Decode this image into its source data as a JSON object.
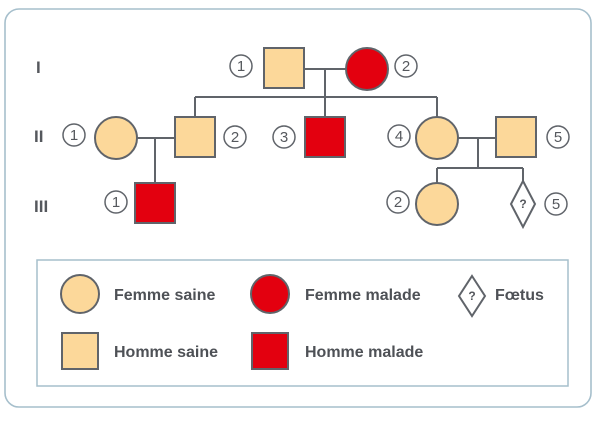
{
  "colors": {
    "healthy_fill": "#fcd89a",
    "affected_fill": "#e3000f",
    "stroke": "#60646a",
    "frame": "#a6bfcc",
    "text": "#55585d"
  },
  "generations": [
    "I",
    "II",
    "III"
  ],
  "individuals": [
    {
      "id": "I-1",
      "generation": "I",
      "number": "1",
      "sex": "male",
      "status": "healthy"
    },
    {
      "id": "I-2",
      "generation": "I",
      "number": "2",
      "sex": "female",
      "status": "affected"
    },
    {
      "id": "II-1",
      "generation": "II",
      "number": "1",
      "sex": "female",
      "status": "healthy"
    },
    {
      "id": "II-2",
      "generation": "II",
      "number": "2",
      "sex": "male",
      "status": "healthy"
    },
    {
      "id": "II-3",
      "generation": "II",
      "number": "3",
      "sex": "male",
      "status": "affected"
    },
    {
      "id": "II-4",
      "generation": "II",
      "number": "4",
      "sex": "female",
      "status": "healthy"
    },
    {
      "id": "II-5",
      "generation": "II",
      "number": "5",
      "sex": "male",
      "status": "healthy"
    },
    {
      "id": "III-1",
      "generation": "III",
      "number": "1",
      "sex": "male",
      "status": "affected"
    },
    {
      "id": "III-2",
      "generation": "III",
      "number": "2",
      "sex": "female",
      "status": "healthy"
    },
    {
      "id": "III-5",
      "generation": "III",
      "number": "5",
      "sex": "fetus",
      "status": "unknown"
    }
  ],
  "fetus_mark": "?",
  "legend": {
    "healthy_female": "Femme saine",
    "affected_female": "Femme malade",
    "fetus": "Fœtus",
    "healthy_male": "Homme saine",
    "affected_male": "Homme malade"
  }
}
